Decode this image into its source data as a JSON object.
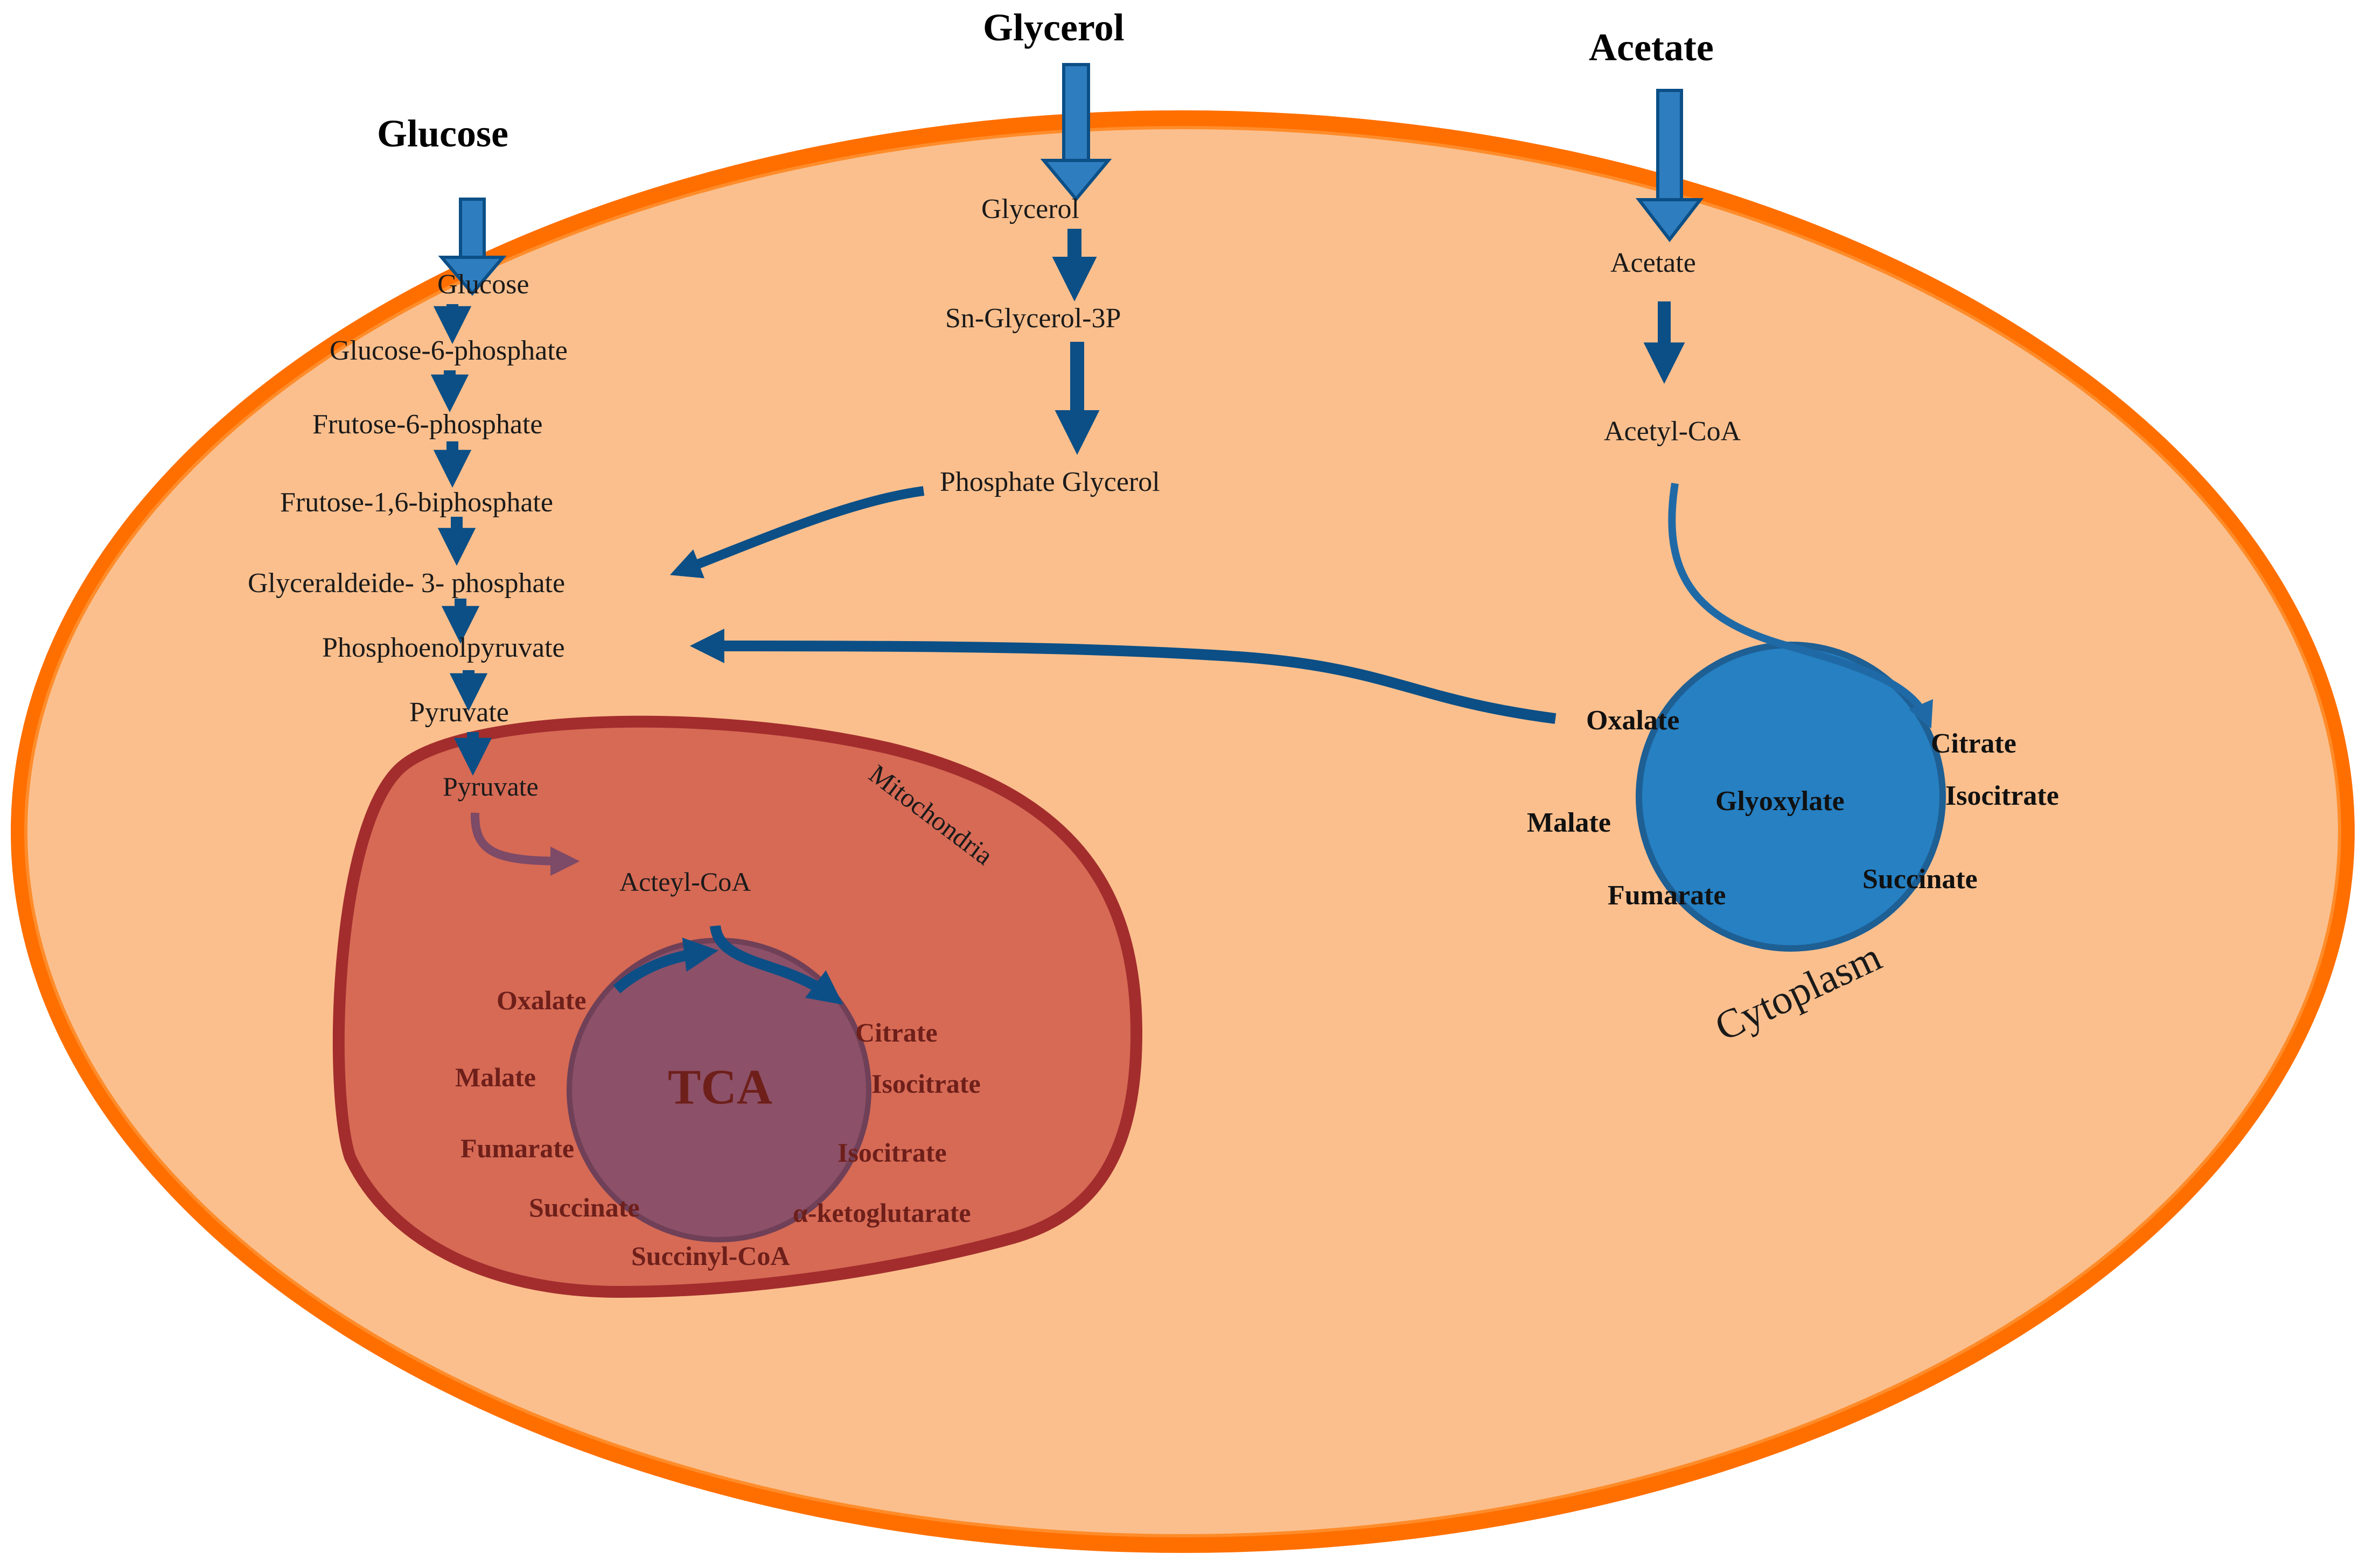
{
  "external_sources": {
    "glucose": "Glucose",
    "glycerol": "Glycerol",
    "acetate": "Acetate"
  },
  "glycolysis": {
    "glucose": "Glucose",
    "g6p": "Glucose-6-phosphate",
    "f6p": "Frutose-6-phosphate",
    "f16bp": "Frutose-1,6-biphosphate",
    "gap": "Glyceraldeide- 3- phosphate",
    "pep": "Phosphoenolpyruvate",
    "pyruvate": "Pyruvate"
  },
  "glycerol_path": {
    "glycerol": "Glycerol",
    "g3p": "Sn-Glycerol-3P",
    "phosphate_glycerol": "Phosphate Glycerol"
  },
  "acetate_path": {
    "acetate": "Acetate",
    "acetyl_coa": "Acetyl-CoA"
  },
  "mitochondria": {
    "label": "Mitochondria",
    "pyruvate": "Pyruvate",
    "acetyl_coa": "Acteyl-CoA",
    "cycle_label": "TCA",
    "oxalate": "Oxalate",
    "malate": "Malate",
    "fumarate": "Fumarate",
    "succinate": "Succinate",
    "succinyl_coa": "Succinyl-CoA",
    "alpha_kg": "α-ketoglutarate",
    "isocitrate_2": "Isocitrate",
    "isocitrate_1": "Isocitrate",
    "citrate": "Citrate"
  },
  "glyoxylate_cycle": {
    "cycle_label": "Glyoxylate",
    "oxalate": "Oxalate",
    "citrate": "Citrate",
    "isocitrate": "Isocitrate",
    "succinate": "Succinate",
    "fumarate": "Fumarate",
    "malate": "Malate"
  },
  "cytoplasm_label": "Cytoplasm",
  "colors": {
    "membrane": "#ff6f00",
    "cytoplasm": "#fbbf8d",
    "mitochondria_fill": "#d66a55",
    "mitochondria_border": "#a32d2d",
    "tca_fill": "#8c5068",
    "glyoxylate_fill": "#2680c2",
    "arrow_dark": "#0b4f86",
    "arrow_light": "#2e7dbf"
  }
}
